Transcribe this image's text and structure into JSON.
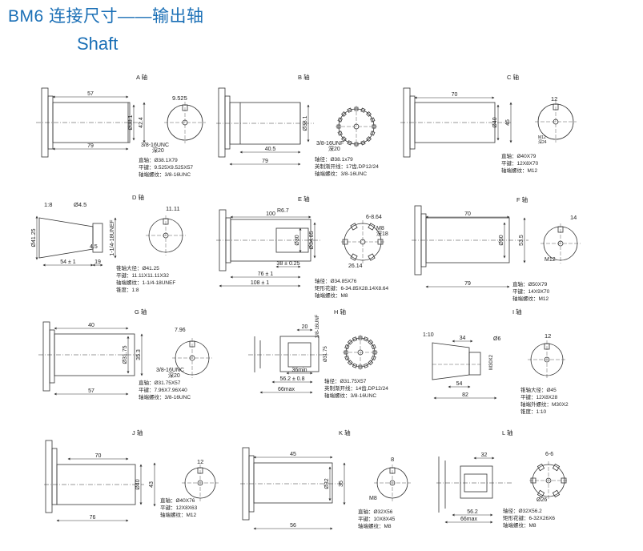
{
  "header": {
    "title": "BM6 连接尺寸——输出轴",
    "subtitle": "Shaft"
  },
  "shafts": [
    {
      "id": "A",
      "label": "A 轴",
      "dims": [
        "57",
        "79",
        "Ø38.1",
        "42.4",
        "9.525"
      ],
      "callouts": [
        "3/8-16UNC",
        "深20"
      ],
      "specs": [
        "直轴：Ø38.1X79",
        "平键：9.525X9.525X57",
        "轴端螺纹：3/8-16UNC"
      ]
    },
    {
      "id": "B",
      "label": "B 轴",
      "dims": [
        "40.5",
        "79",
        "Ø38.1"
      ],
      "callouts": [
        "3/8-16UNF",
        "深20"
      ],
      "specs": [
        "轴径：Ø38.1x79",
        "英制渐开线：17齿,DP12/24",
        "轴端螺纹：3/8-16UNC"
      ]
    },
    {
      "id": "C",
      "label": "C 轴",
      "dims": [
        "70",
        "Ø40",
        "45",
        "12"
      ],
      "callouts": [
        "M12",
        "深24"
      ],
      "specs": [
        "直轴：Ø40X79",
        "平键：12X8X70",
        "轴端螺纹：M12"
      ]
    },
    {
      "id": "D",
      "label": "D 轴",
      "dims": [
        "1:8",
        "Ø4.5",
        "Ø41.25",
        "1-1/4-18UNEF",
        "54 ± 1",
        "19",
        "4.5",
        "11.11"
      ],
      "callouts": [],
      "specs": [
        "锥轴大径：Ø41.25",
        "平键：11.11X11.11X32",
        "轴端螺纹：1-1/4-18UNEF",
        "锥度：1:8"
      ]
    },
    {
      "id": "E",
      "label": "E 轴",
      "dims": [
        "100",
        "R6.7",
        "Ø30",
        "Ø34.85",
        "38 ± 0.25",
        "76 ± 1",
        "108 ± 1",
        "6-8.64",
        "M8",
        "深18",
        "26.14"
      ],
      "callouts": [],
      "specs": [
        "轴径：Ø34.85X76",
        "矩形花键：6-34.85X28.14X8.64",
        "轴端螺纹：M8"
      ]
    },
    {
      "id": "F",
      "label": "F 轴",
      "dims": [
        "70",
        "79",
        "Ø50",
        "53.5",
        "14"
      ],
      "callouts": [
        "M12"
      ],
      "specs": [
        "直轴：Ø50X79",
        "平键：14X9X70",
        "轴端螺纹：M12"
      ]
    },
    {
      "id": "G",
      "label": "G 轴",
      "dims": [
        "40",
        "57",
        "Ø31.75",
        "35.3",
        "7.96"
      ],
      "callouts": [
        "3/8-16UNC",
        "深20"
      ],
      "specs": [
        "直轴：Ø31.75X57",
        "平键：7.96X7.96X40",
        "轴端螺纹：3/8-16UNC"
      ]
    },
    {
      "id": "H",
      "label": "H 轴",
      "dims": [
        "20",
        "36min",
        "56.2 ± 0.8",
        "66max",
        "3/8-16UNF",
        "Ø31.75"
      ],
      "callouts": [],
      "specs": [
        "轴径：Ø31.75X57",
        "英制渐开线：14齿,DP12/24",
        "轴端螺纹：3/8-16UNC"
      ]
    },
    {
      "id": "I",
      "label": "I 轴",
      "dims": [
        "1:10",
        "34",
        "Ø6",
        "M30X2",
        "54",
        "82",
        "12"
      ],
      "callouts": [],
      "specs": [
        "锥轴大径：Ø45",
        "平键：12X8X28",
        "轴端外螺纹：M30X2",
        "锥度：1:10"
      ]
    },
    {
      "id": "J",
      "label": "J 轴",
      "dims": [
        "70",
        "76",
        "Ø40",
        "43",
        "12"
      ],
      "callouts": [],
      "specs": [
        "直轴：Ø40X76",
        "平键：12X8X63",
        "轴端螺纹：M12"
      ]
    },
    {
      "id": "K",
      "label": "K 轴",
      "dims": [
        "45",
        "56",
        "Ø32",
        "35",
        "8"
      ],
      "callouts": [
        "M8"
      ],
      "specs": [
        "直轴：Ø32X56",
        "平键：10X8X45",
        "轴端螺纹：M8"
      ]
    },
    {
      "id": "L",
      "label": "L 轴",
      "dims": [
        "32",
        "56.2",
        "66max",
        "6-6",
        "Ø26"
      ],
      "callouts": [],
      "specs": [
        "轴径：Ø32X56.2",
        "矩形花键：6-32X26X6",
        "轴端螺纹：M8"
      ]
    }
  ]
}
